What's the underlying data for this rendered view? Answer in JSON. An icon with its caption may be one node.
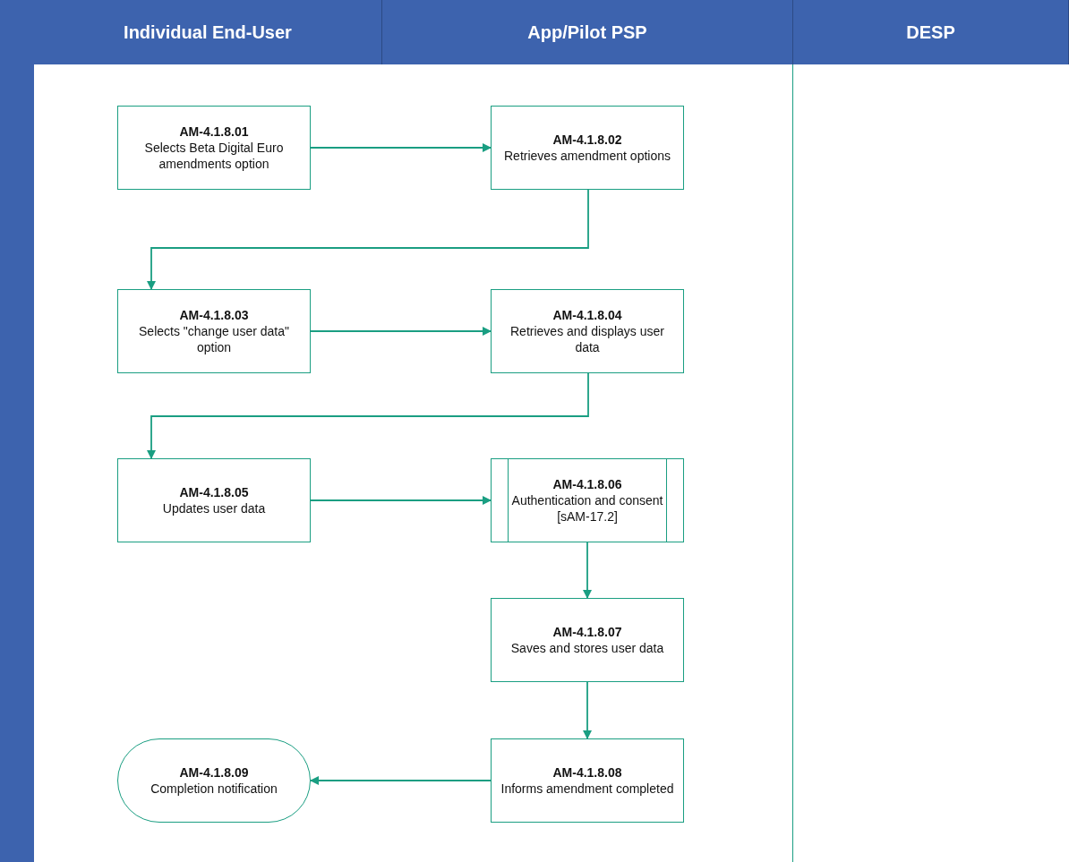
{
  "diagram": {
    "nodes": [
      {
        "text": [
          "Individual End-User"
        ]
      },
      {
        "text": [
          "App/Pilot PSP"
        ]
      },
      {
        "text": [
          "DESP"
        ]
      },
      {
        "text": [
          "AM-4.1.8.01",
          "Selects Beta Digital Euro amendments option"
        ],
        "in": 0
      },
      {
        "text": [
          "AM-4.1.8.02",
          "Retrieves amendment options"
        ],
        "in": 1
      },
      {
        "text": [
          "AM-4.1.8.03",
          "Selects \"change user data\" option"
        ],
        "in": 0
      },
      {
        "text": [
          "AM-4.1.8.04",
          "Retrieves and displays user data"
        ],
        "in": 1
      },
      {
        "text": [
          "AM-4.1.8.05",
          "Updates user data"
        ],
        "in": 0
      },
      {
        "text": [
          "AM-4.1.8.06",
          "Authentication and consent",
          "[sAM-17.2]"
        ],
        "in": 1
      },
      {
        "text": [
          "AM-4.1.8.07",
          "Saves and stores user data"
        ],
        "in": 1
      },
      {
        "text": [
          "AM-4.1.8.08",
          "Informs amendment completed"
        ],
        "in": 1
      },
      {
        "text": [
          "AM-4.1.8.09",
          "Completion notification"
        ],
        "in": 0
      }
    ],
    "edges": [
      {
        "from": 3,
        "to": 4,
        "arrow": "to"
      },
      {
        "from": 4,
        "to": 5,
        "arrow": "to"
      },
      {
        "from": 5,
        "to": 6,
        "arrow": "to"
      },
      {
        "from": 6,
        "to": 7,
        "arrow": "to"
      },
      {
        "from": 7,
        "to": 8,
        "arrow": "to"
      },
      {
        "from": 8,
        "to": 9,
        "arrow": "to"
      },
      {
        "from": 9,
        "to": 10,
        "arrow": "to"
      },
      {
        "from": 10,
        "to": 11,
        "arrow": "to"
      }
    ]
  }
}
